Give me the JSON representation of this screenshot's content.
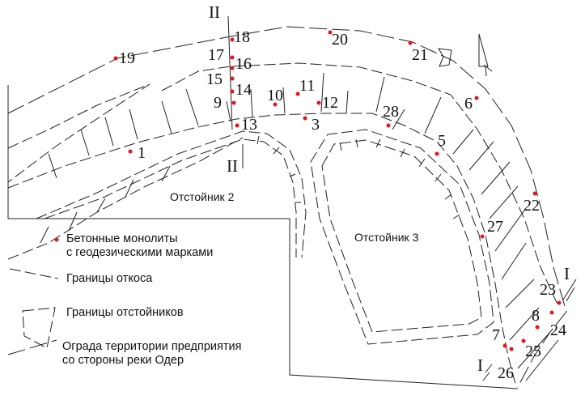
{
  "map": {
    "pond_labels": [
      "Отстойник 2",
      "Отстойник 3"
    ],
    "section_labels": [
      "II",
      "II",
      "I",
      "I"
    ],
    "markers": [
      "1",
      "3",
      "5",
      "6",
      "7",
      "8",
      "9",
      "10",
      "11",
      "12",
      "13",
      "14",
      "15",
      "16",
      "17",
      "18",
      "19",
      "20",
      "21",
      "22",
      "23",
      "24",
      "25",
      "26",
      "27",
      "28"
    ],
    "marker_color": "#e8141c"
  },
  "legend": {
    "monoliths": [
      "Бетонные монолиты",
      "с геодезическими марками"
    ],
    "slope": "Границы откоса",
    "ponds": "Границы отстойников",
    "fence": [
      "Ограда территории предприятия",
      "со стороны реки Одер"
    ]
  }
}
